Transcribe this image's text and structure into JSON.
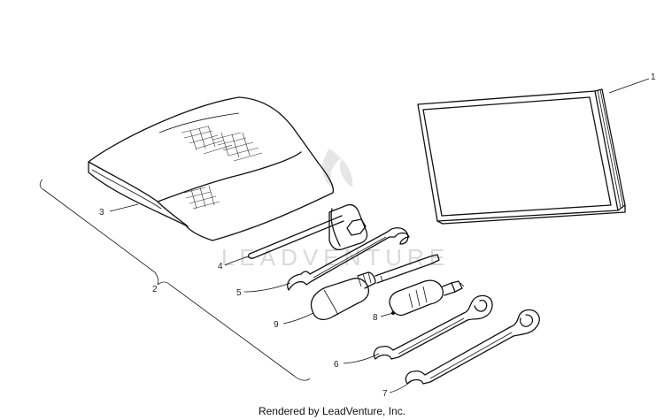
{
  "callouts": {
    "c1": "1",
    "c2": "2",
    "c3": "3",
    "c4": "4",
    "c5": "5",
    "c6": "6",
    "c7": "7",
    "c8": "8",
    "c9": "9"
  },
  "watermark": "LEADVENTURE",
  "footer": "Rendered by LeadVenture, Inc."
}
